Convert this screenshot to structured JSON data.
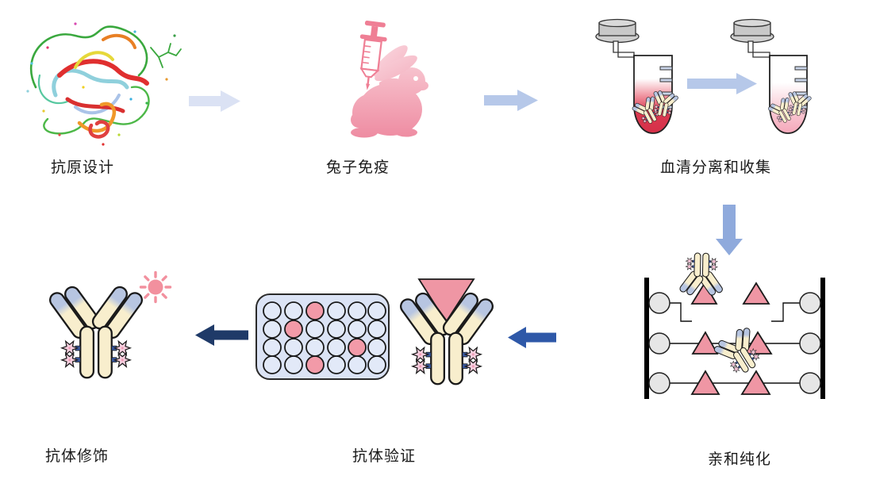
{
  "diagram": {
    "type": "workflow",
    "language": "zh-CN",
    "steps": [
      {
        "id": "antigen-design",
        "label": "抗原设计",
        "icon": "protein-structure-icon"
      },
      {
        "id": "rabbit-immunization",
        "label": "兔子免疫",
        "icon": "rabbit-syringe-icon"
      },
      {
        "id": "serum-collection",
        "label": "血清分离和收集",
        "icon": "serum-tubes-icon"
      },
      {
        "id": "affinity-purification",
        "label": "亲和纯化",
        "icon": "affinity-column-icon"
      },
      {
        "id": "antibody-validation",
        "label": "抗体验证",
        "icon": "microplate-antibody-icon"
      },
      {
        "id": "antibody-modification",
        "label": "抗体修饰",
        "icon": "labeled-antibody-icon"
      }
    ],
    "arrows": [
      {
        "from": "antigen-design",
        "to": "rabbit-immunization",
        "direction": "right",
        "color": "#dbe2f4"
      },
      {
        "from": "rabbit-immunization",
        "to": "serum-collection",
        "direction": "right",
        "color": "#b6c8e9"
      },
      {
        "within": "serum-collection",
        "note": "blood tube to serum tube",
        "direction": "right",
        "color": "#b6c8e9"
      },
      {
        "from": "serum-collection",
        "to": "affinity-purification",
        "direction": "down",
        "color": "#8faadc"
      },
      {
        "from": "affinity-purification",
        "to": "antibody-validation",
        "direction": "left",
        "color": "#2e58a8"
      },
      {
        "from": "antibody-validation",
        "to": "antibody-modification",
        "direction": "left",
        "color": "#1f3a68"
      }
    ],
    "microplate": {
      "rows": 4,
      "cols": 6,
      "positive_wells_row_col": [
        [
          1,
          3
        ],
        [
          2,
          2
        ],
        [
          3,
          5
        ],
        [
          4,
          3
        ]
      ],
      "positive_color": "#f29aa8",
      "plate_color": "#dbe3f5"
    },
    "colors": {
      "antibody_body": "#f8eecd",
      "antibody_tip": "#b7c5e1",
      "antigen_triangle": "#ef96a4",
      "star_tag": "#f6cede",
      "tag_connector": "#3b5ba5",
      "blood_red": "#d63049",
      "serum_pink": "#f5a8ba",
      "rabbit_pink_top": "#f7c9d4",
      "rabbit_pink_bottom": "#ee8ba1",
      "syringe_pink": "#ef7f95",
      "cap_gray": "#cccccc",
      "bead_gray": "#e6e6e6",
      "fluorophore_pink": "#f2909e"
    }
  }
}
